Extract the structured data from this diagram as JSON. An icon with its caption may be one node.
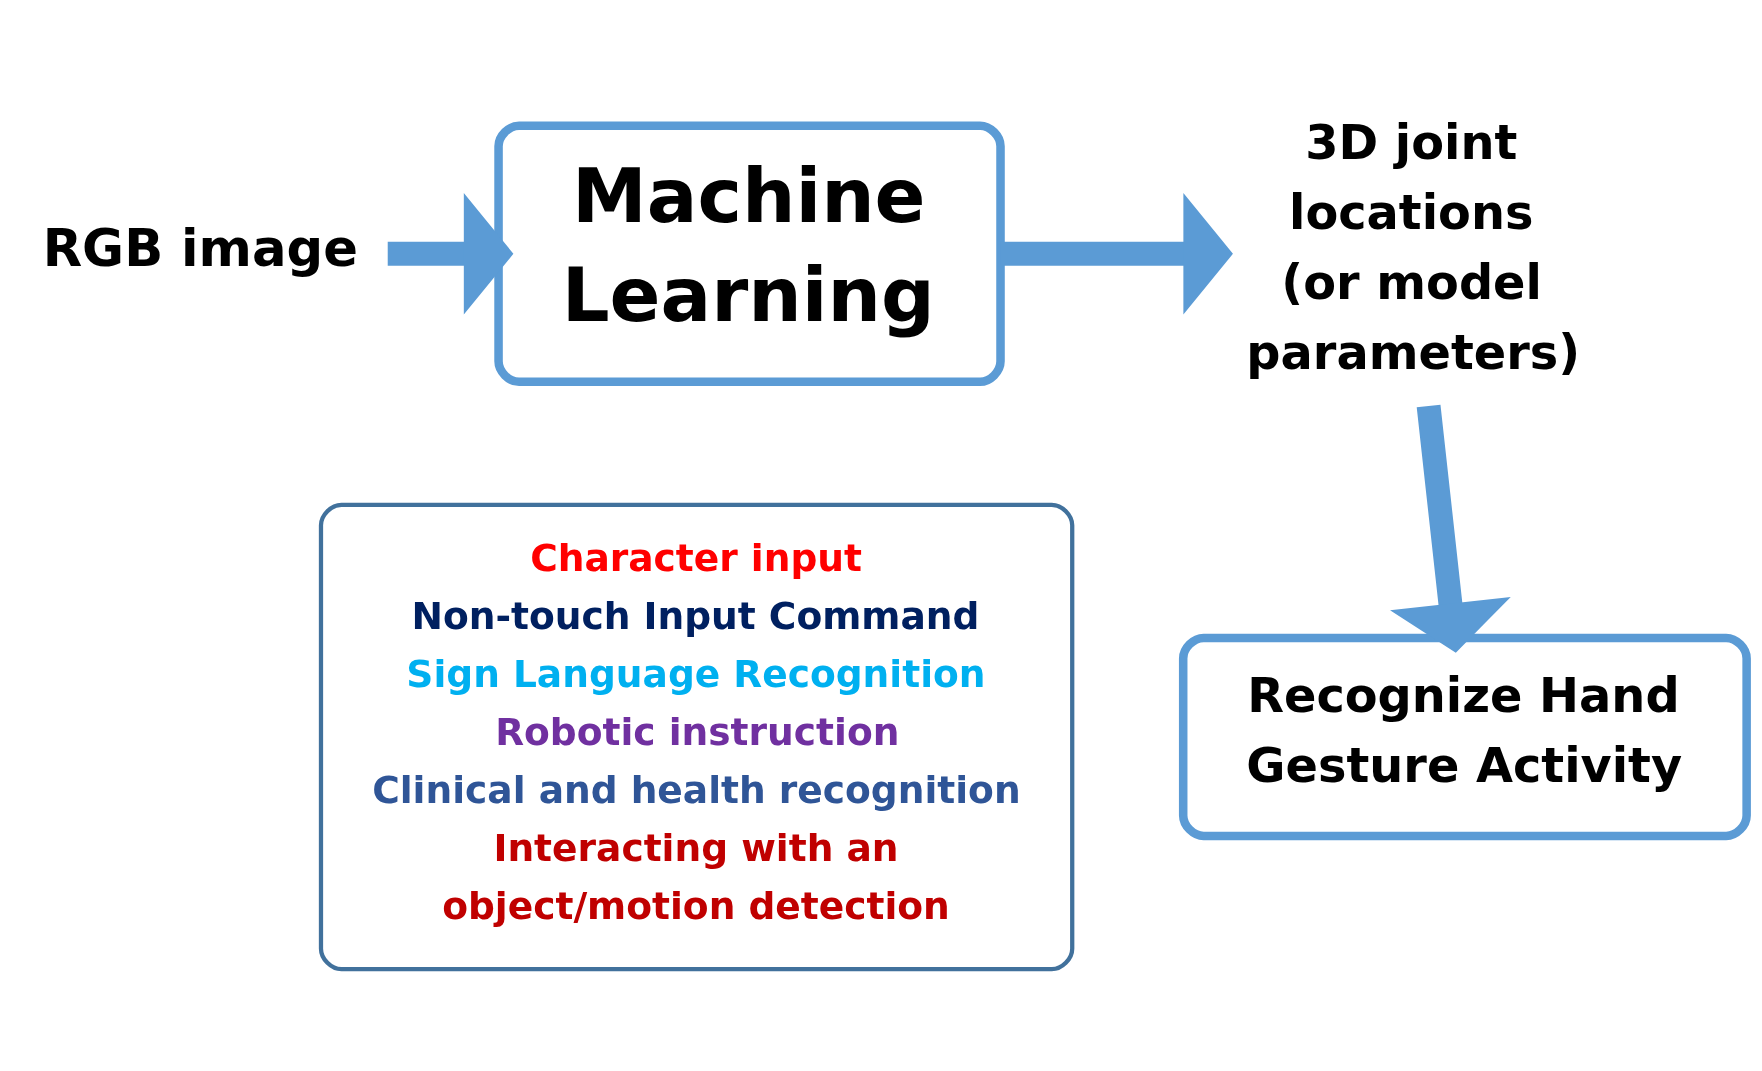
{
  "diagram": {
    "nodes": [
      {
        "text": [
          "RGB image"
        ]
      },
      {
        "text": [
          "Machine Learning"
        ]
      },
      {
        "text": [
          "3D joint locations (or model parameters)"
        ]
      },
      {
        "text": [
          "Recognize Hand Gesture Activity"
        ]
      },
      {
        "text": [
          "Character input",
          "Non-touch Input Command",
          "Sign Language Recognition",
          "Robotic instruction",
          "Clinical and health recognition",
          "Interacting with an object/motion detection"
        ]
      }
    ],
    "edges": [
      {
        "from": 0,
        "to": 1,
        "arrow": "to"
      },
      {
        "from": 1,
        "to": 2,
        "arrow": "to"
      },
      {
        "from": 2,
        "to": 3,
        "arrow": "to"
      }
    ]
  }
}
